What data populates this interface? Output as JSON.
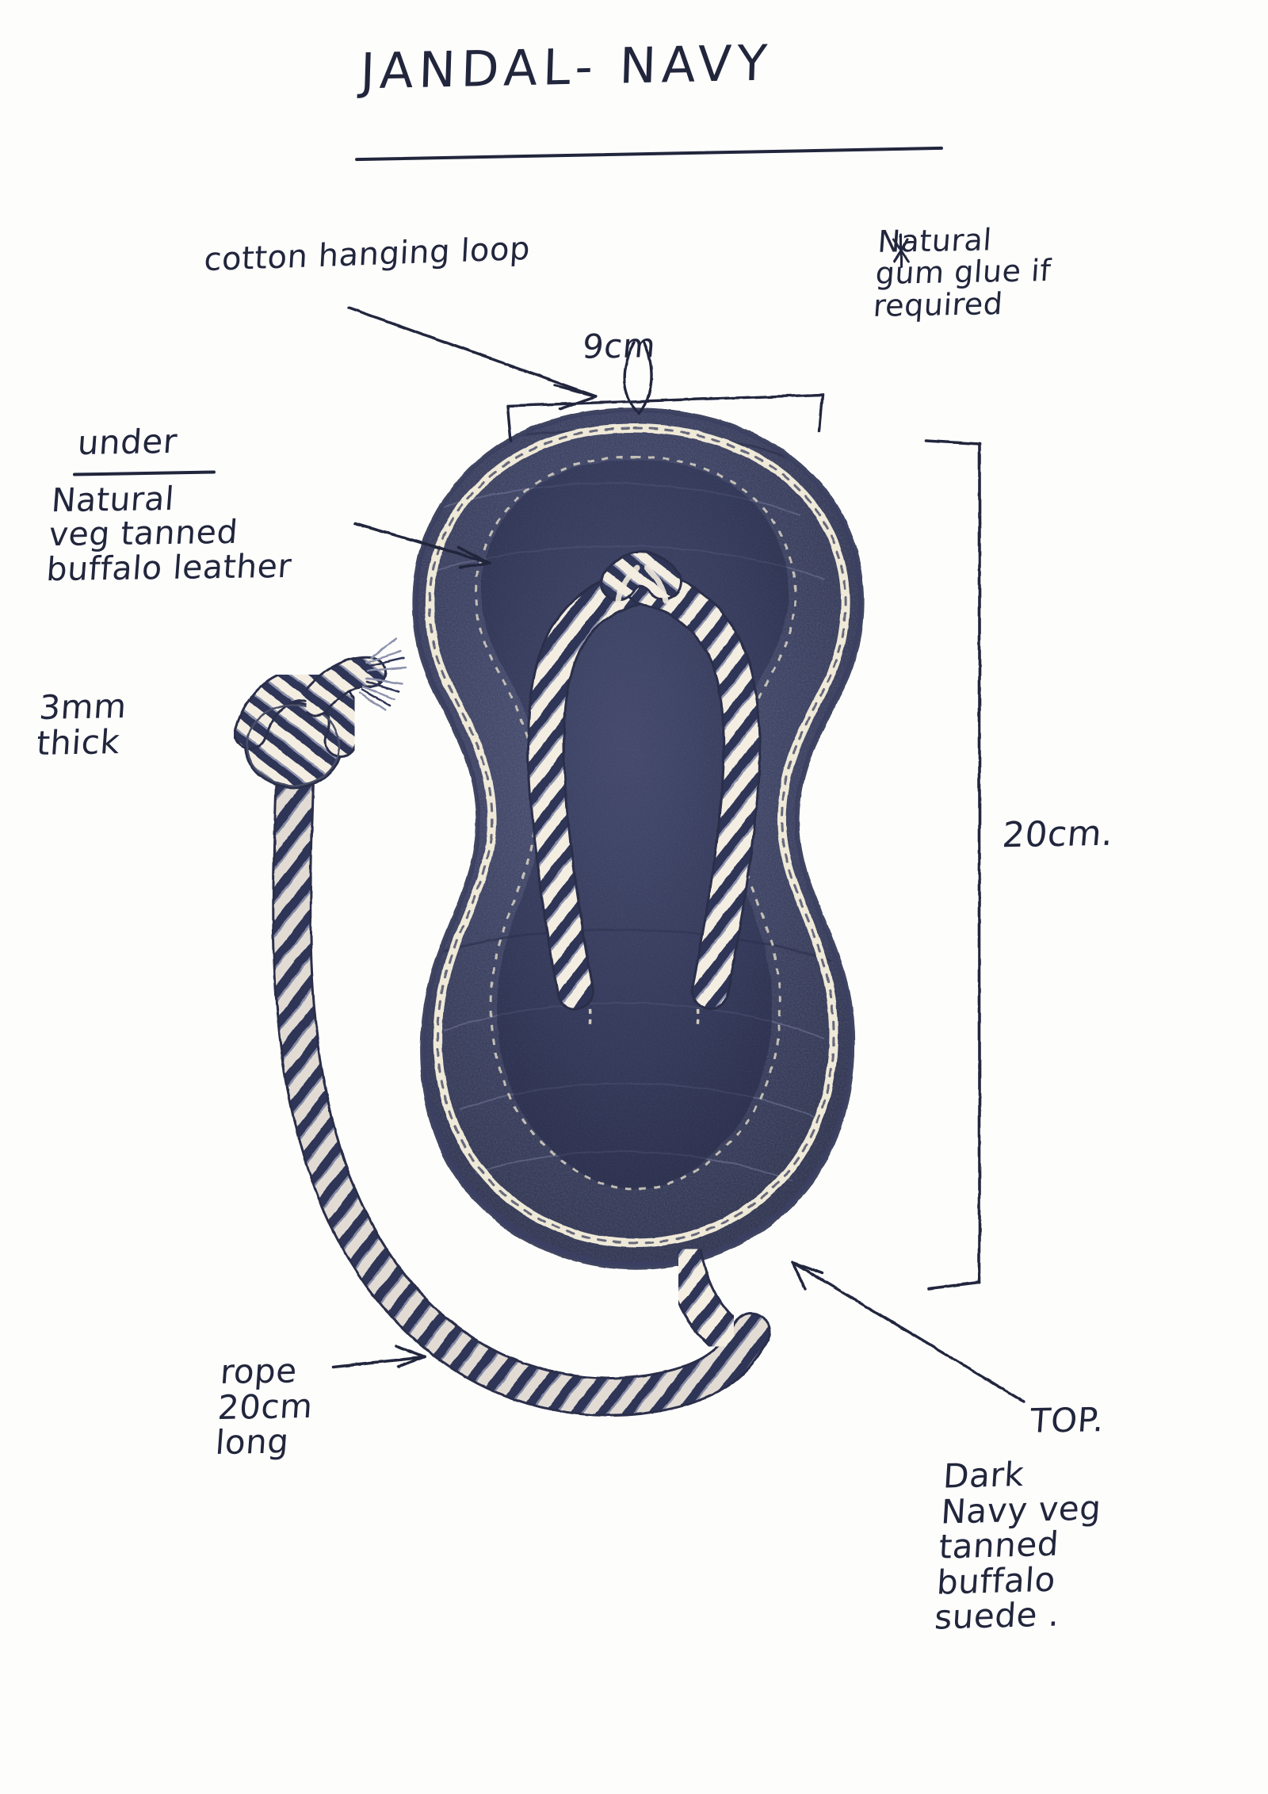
{
  "document": {
    "type": "hand-drawn product design sketch",
    "title": "JANDAL- NAVY",
    "medium": "pen and coloured pencil on white paper"
  },
  "annotations": {
    "hanging_loop": "cotton hanging loop",
    "width_dimension": "9cm",
    "glue_note": "Natural\ngum glue if\nrequired",
    "glue_bullet": "✻",
    "under_heading": "under",
    "under_material": "Natural\nveg tanned\nbuffalo leather",
    "under_thickness": "3mm\nthick",
    "length_dimension": "20cm.",
    "rope_note": "rope\n20cm\nlong",
    "top_heading": "TOP.",
    "top_material": "Dark\nNavy veg\ntanned\nbuffalo\nsuede ."
  },
  "colors": {
    "ink": "#22263c",
    "navy_suede_dark": "#2b3050",
    "navy_suede_mid": "#3c4266",
    "navy_suede_light": "#6f7596",
    "stitch_cream": "#efe9d8",
    "rope_cream": "#f3ece0",
    "rope_navy": "#2e3557",
    "paper": "#fdfdfc"
  },
  "drawing": {
    "sandal": {
      "name": "jandal sole top view",
      "length_cm": 20,
      "width_cm": 9,
      "sole_material": "dark navy veg tanned buffalo suede",
      "underside_material": "natural veg tanned buffalo leather 3mm thick",
      "stitching": "cream saddle stitch around perimeter"
    },
    "thong": {
      "name": "rope toe post",
      "material": "navy and cream striped twisted rope"
    },
    "rope": {
      "name": "hanging rope",
      "length_cm": 20,
      "end": "knotted with frayed tail"
    }
  }
}
